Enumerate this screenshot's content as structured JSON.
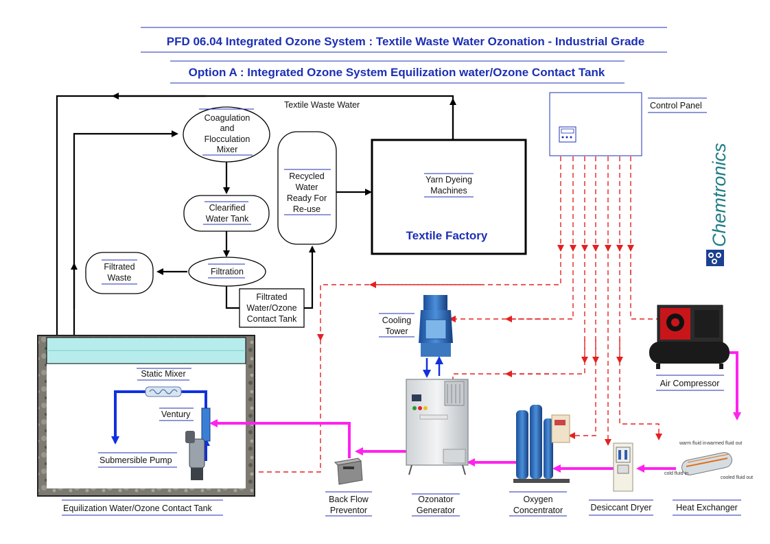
{
  "header": {
    "title": "PFD 06.04 Integrated Ozone System : Textile Waste Water Ozonation - Industrial Grade",
    "subtitle": "Option A : Integrated Ozone System Equilization water/Ozone Contact Tank"
  },
  "flows": {
    "textile_waste_water": "Textile Waste Water"
  },
  "process": {
    "coagulation": [
      "Coagulation",
      "and",
      "Flocculation",
      "Mixer"
    ],
    "clarified": [
      "Clearified",
      "Water Tank"
    ],
    "filtration": "Filtration",
    "filtrated_waste": [
      "Filtrated",
      "Waste"
    ],
    "recycled": [
      "Recycled",
      "Water",
      "Ready For",
      "Re-use"
    ],
    "filtrated_water": [
      "Filtrated",
      "Water/Ozone",
      "Contact Tank"
    ],
    "yarn": [
      "Yarn Dyeing",
      "Machines"
    ],
    "factory": "Textile Factory"
  },
  "equipment": {
    "control_panel": "Control Panel",
    "brand": "Chemtronics",
    "cooling_tower": [
      "Cooling",
      "Tower"
    ],
    "air_compressor": "Air Compressor",
    "heat_exchanger": "Heat Exchanger",
    "desiccant_dryer": "Desiccant Dryer",
    "oxygen_concentrator": [
      "Oxygen",
      "Concentrator"
    ],
    "ozonator": [
      "Ozonator",
      "Generator"
    ],
    "backflow": [
      "Back Flow",
      "Preventor"
    ],
    "heat_exchanger_ports": [
      "warm fluid in",
      "warmed fluid out",
      "cold fluid in",
      "cooled fluid out"
    ]
  },
  "tank": {
    "name": "Equilization Water/Ozone Contact Tank",
    "static_mixer": "Static Mixer",
    "ventury": "Ventury",
    "pump": "Submersible Pump"
  },
  "colors": {
    "header": "#1c2fb4",
    "signal": "#e52020",
    "ozone_line": "#ff22ee",
    "water_line": "#1030e0",
    "tank_water": "#b7ecec"
  }
}
